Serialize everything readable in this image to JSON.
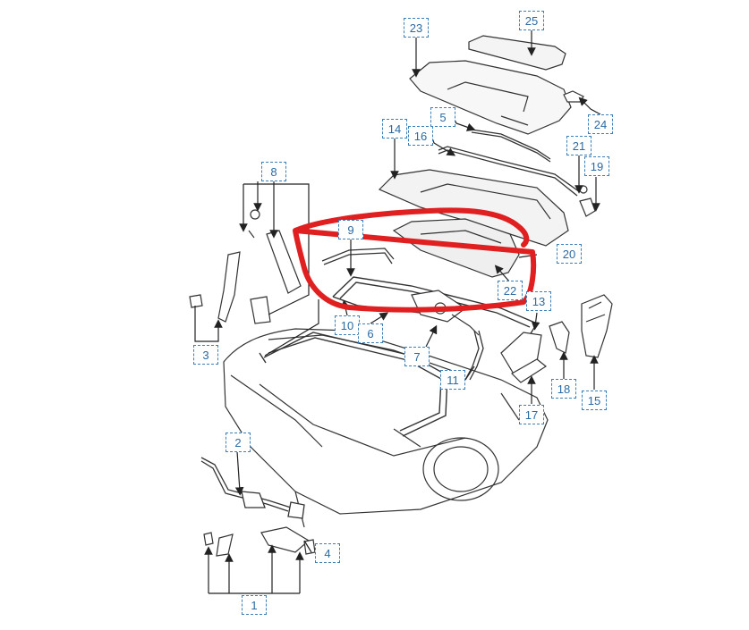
{
  "diagram": {
    "highlight_color": "#e02020",
    "line_color": "#222222",
    "callout_color": "#2b6aa3",
    "callouts": [
      {
        "id": "c23",
        "label": "23"
      },
      {
        "id": "c25",
        "label": "25"
      },
      {
        "id": "c24",
        "label": "24"
      },
      {
        "id": "c5",
        "label": "5"
      },
      {
        "id": "c14",
        "label": "14"
      },
      {
        "id": "c16",
        "label": "16"
      },
      {
        "id": "c21",
        "label": "21"
      },
      {
        "id": "c19",
        "label": "19"
      },
      {
        "id": "c8",
        "label": "8"
      },
      {
        "id": "c9",
        "label": "9"
      },
      {
        "id": "c20",
        "label": "20"
      },
      {
        "id": "c22",
        "label": "22"
      },
      {
        "id": "c13",
        "label": "13"
      },
      {
        "id": "c10",
        "label": "10"
      },
      {
        "id": "c6",
        "label": "6"
      },
      {
        "id": "c3",
        "label": "3"
      },
      {
        "id": "c7",
        "label": "7"
      },
      {
        "id": "c11",
        "label": "11"
      },
      {
        "id": "c18",
        "label": "18"
      },
      {
        "id": "c15",
        "label": "15"
      },
      {
        "id": "c17",
        "label": "17"
      },
      {
        "id": "c2",
        "label": "2"
      },
      {
        "id": "c4",
        "label": "4"
      },
      {
        "id": "c1",
        "label": "1"
      }
    ]
  }
}
